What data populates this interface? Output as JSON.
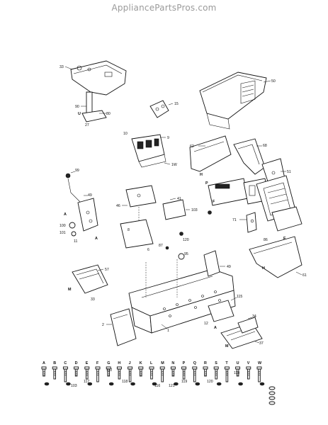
{
  "watermark": "AppliancePartsPros.com",
  "callouts": {
    "c33": "33",
    "c90": "90",
    "c27": "27",
    "c80": "80",
    "c50": "50",
    "c15": "15",
    "c10": "10",
    "c9": "9",
    "c1W": "1W",
    "c62": "62",
    "c68": "68",
    "c51": "51",
    "c99": "99",
    "c49": "49",
    "c100": "100",
    "c101": "101",
    "c11": "11",
    "c46": "46",
    "c8": "8",
    "c6": "6",
    "c41": "41",
    "c103": "103",
    "c120": "120",
    "c57": "57",
    "c86": "86",
    "c71": "71",
    "c61": "61",
    "c87": "87",
    "c95": "95",
    "c37": "37",
    "c2": "2",
    "c115": "115",
    "c34": "34",
    "c12": "12",
    "c1": "1"
  },
  "hardware": {
    "letters": [
      "A",
      "B",
      "C",
      "D",
      "E",
      "F",
      "G",
      "H",
      "J",
      "K",
      "L",
      "M",
      "N",
      "P",
      "Q",
      "R",
      "S",
      "T",
      "U",
      "V",
      "W"
    ],
    "numbers": [
      "103",
      "112",
      "114",
      "116",
      "117",
      "118",
      "119",
      "120",
      "121"
    ]
  }
}
